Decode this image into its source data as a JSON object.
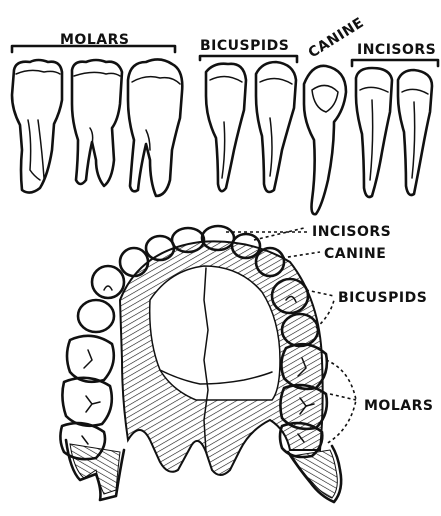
{
  "top_labels": {
    "molars": "MOLARS",
    "bicuspids": "BICUSPIDS",
    "canine": "CANINE",
    "incisors": "INCISORS"
  },
  "arch_labels": {
    "incisors": "INCISORS",
    "canine": "CANINE",
    "bicuspids": "BICUSPIDS",
    "molars": "MOLARS"
  }
}
